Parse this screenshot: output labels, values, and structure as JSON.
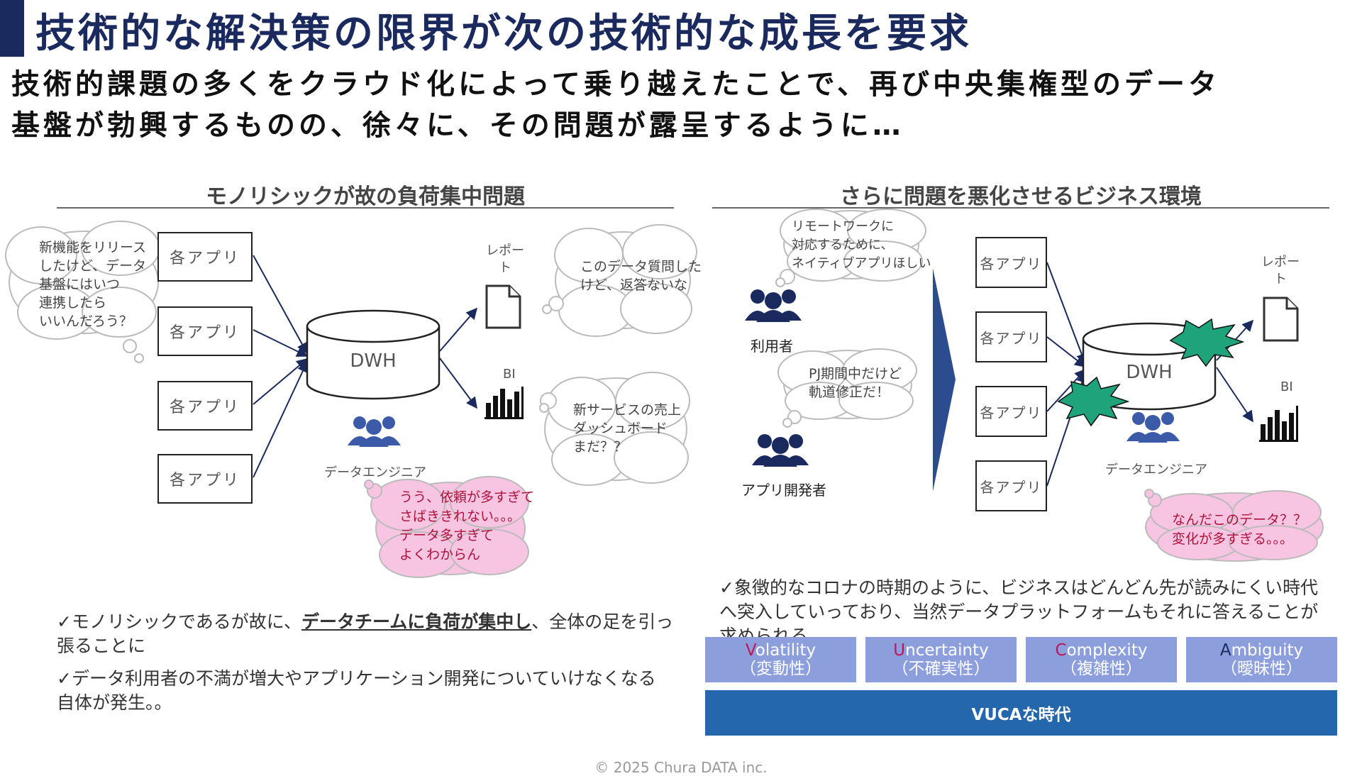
{
  "title": "技術的な解決策の限界が次の技術的な成長を要求",
  "subtitle_lines": [
    "技術的課題の多くをクラウド化によって乗り越えたことで、再び中央集権型のデータ",
    "基盤が勃興するものの、徐々に、その問題が露呈するように…"
  ],
  "left": {
    "heading": "モノリシックが故の負荷集中問題",
    "apps": [
      "各アプリ",
      "各アプリ",
      "各アプリ",
      "各アプリ"
    ],
    "dwh_label": "DWH",
    "report_label": "レポート",
    "bi_label": "BI",
    "engineer_label": "データエンジニア",
    "cloud_user_lines": [
      "新機能をリリース",
      "したけど、データ",
      "基盤にはいつ",
      "連携したら",
      "いいんだろう？"
    ],
    "cloud_report_lines": [
      "このデータ質問した",
      "けど、返答ないな"
    ],
    "cloud_dashboard_lines": [
      "新サービスの売上",
      "ダッシュボード",
      "まだ？？"
    ],
    "cloud_engineer_lines": [
      "うう、依頼が多すぎて",
      "さばききれない。。。",
      "データ多すぎて",
      "よくわからん"
    ],
    "bullets": [
      {
        "prefix": "✓モノリシックであるが故に、",
        "highlight": "データチームに負荷が集中し",
        "suffix": "、全体の足を引っ張ることに"
      },
      {
        "prefix": "✓データ利用者の不満が増大やアプリケーション開発についていけなくなる自体が発生。。",
        "highlight": "",
        "suffix": ""
      }
    ]
  },
  "right": {
    "heading": "さらに問題を悪化させるビジネス環境",
    "apps": [
      "各アプリ",
      "各アプリ",
      "各アプリ",
      "各アプリ"
    ],
    "dwh_label": "DWH",
    "report_label": "レポート",
    "bi_label": "BI",
    "engineer_label": "データエンジニア",
    "user_label": "利用者",
    "dev_label": "アプリ開発者",
    "cloud_remote_lines": [
      "リモートワークに",
      "対応するために、",
      "ネイティブアプリほしい"
    ],
    "cloud_pj_lines": [
      "PJ期間中だけど",
      "軌道修正だ！"
    ],
    "cloud_engineer_lines": [
      "なんだこのデータ？？",
      "変化が多すぎる。。。"
    ],
    "bullet": "✓象徴的なコロナの時期のように、ビジネスはどんどん先が読みにくい時代へ突入していっており、当然データプラットフォームもそれに答えることが求められる",
    "vuca": [
      {
        "first": "V",
        "rest": "olatility",
        "jp": "（変動性）"
      },
      {
        "first": "U",
        "rest": "ncertainty",
        "jp": "（不確実性）"
      },
      {
        "first": "C",
        "rest": "omplexity",
        "jp": "（複雑性）"
      },
      {
        "first": "A",
        "rest": "mbiguity",
        "jp": "（曖昧性）"
      }
    ],
    "vuca_bar": "VUCAな時代"
  },
  "footer": "© 2025 Chura DATA inc.",
  "colors": {
    "navy": "#1b2a5e",
    "vuca_box": "#8c9fdc",
    "vuca_bar": "#2467ac",
    "pink_cloud": "#f7c4e2",
    "burst": "#1fa37a",
    "pink_text": "#b0123a"
  }
}
